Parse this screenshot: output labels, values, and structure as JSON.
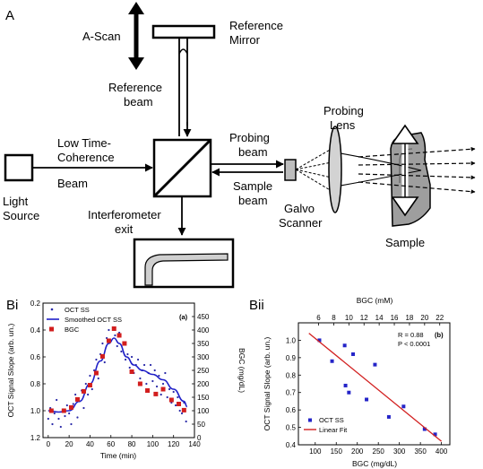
{
  "schematic": {
    "panel_label": "A",
    "a_scan": "A-Scan",
    "reference_mirror_1": "Reference",
    "reference_mirror_2": "Mirror",
    "reference_beam_1": "Reference",
    "reference_beam_2": "beam",
    "low_coherence_1": "Low Time-",
    "low_coherence_2": "Coherence",
    "beam": "Beam",
    "light_source_1": "Light",
    "light_source_2": "Source",
    "interferometer_1": "Interferometer",
    "interferometer_2": "exit",
    "probing_beam_1": "Probing",
    "probing_beam_2": "beam",
    "sample_beam_1": "Sample",
    "sample_beam_2": "beam",
    "probing_lens_1": "Probing",
    "probing_lens_2": "Lens",
    "galvo_1": "Galvo",
    "galvo_2": "Scanner",
    "sample": "Sample"
  },
  "chart_data": [
    {
      "panel_label": "Bi",
      "corner_tag": "(a)",
      "type": "scatter",
      "xlabel": "Time (min)",
      "ylabel_left": "OCT Signal Slope (arb. un.)",
      "ylabel_right": "BGC (mg/dL)",
      "xlim": [
        -5,
        140
      ],
      "ylim_left": [
        1.2,
        0.2
      ],
      "ylim_right": [
        0,
        500
      ],
      "x_ticks": [
        "0",
        "20",
        "40",
        "60",
        "80",
        "100",
        "120",
        "140"
      ],
      "left_ticks": [
        "0.2",
        "0.4",
        "0.6",
        "0.8",
        "1.0",
        "1.2"
      ],
      "right_ticks": [
        "0",
        "50",
        "100",
        "150",
        "200",
        "250",
        "300",
        "350",
        "400",
        "450"
      ],
      "legend": [
        "OCT SS",
        "Smoothed OCT SS",
        "BGC"
      ],
      "series": [
        {
          "name": "OCT SS",
          "style": "dots",
          "color": "#2a2aa8",
          "points": [
            [
              0,
              1.06
            ],
            [
              2,
              0.98
            ],
            [
              4,
              1.1
            ],
            [
              6,
              1.02
            ],
            [
              8,
              0.92
            ],
            [
              10,
              1.06
            ],
            [
              12,
              1.12
            ],
            [
              14,
              0.99
            ],
            [
              16,
              1.04
            ],
            [
              18,
              0.96
            ],
            [
              20,
              1.02
            ],
            [
              22,
              1.1
            ],
            [
              24,
              0.95
            ],
            [
              26,
              0.88
            ],
            [
              28,
              1.05
            ],
            [
              30,
              0.93
            ],
            [
              32,
              0.85
            ],
            [
              34,
              0.98
            ],
            [
              36,
              0.8
            ],
            [
              38,
              0.88
            ],
            [
              40,
              0.74
            ],
            [
              42,
              0.84
            ],
            [
              44,
              0.7
            ],
            [
              46,
              0.62
            ],
            [
              48,
              0.76
            ],
            [
              50,
              0.58
            ],
            [
              52,
              0.5
            ],
            [
              54,
              0.64
            ],
            [
              56,
              0.46
            ],
            [
              58,
              0.4
            ],
            [
              60,
              0.48
            ],
            [
              62,
              0.38
            ],
            [
              64,
              0.44
            ],
            [
              66,
              0.52
            ],
            [
              68,
              0.42
            ],
            [
              70,
              0.56
            ],
            [
              72,
              0.5
            ],
            [
              74,
              0.62
            ],
            [
              76,
              0.58
            ],
            [
              78,
              0.68
            ],
            [
              80,
              0.6
            ],
            [
              82,
              0.72
            ],
            [
              84,
              0.66
            ],
            [
              86,
              0.62
            ],
            [
              88,
              0.76
            ],
            [
              90,
              0.7
            ],
            [
              92,
              0.66
            ],
            [
              94,
              0.8
            ],
            [
              96,
              0.72
            ],
            [
              98,
              0.66
            ],
            [
              100,
              0.78
            ],
            [
              102,
              0.7
            ],
            [
              104,
              0.82
            ],
            [
              106,
              0.74
            ],
            [
              108,
              0.88
            ],
            [
              110,
              0.8
            ],
            [
              112,
              0.72
            ],
            [
              114,
              0.9
            ],
            [
              116,
              0.84
            ],
            [
              118,
              0.94
            ],
            [
              120,
              0.86
            ],
            [
              122,
              0.96
            ],
            [
              124,
              0.9
            ],
            [
              126,
              1.0
            ],
            [
              128,
              1.02
            ],
            [
              130,
              0.94
            ],
            [
              132,
              1.08
            ]
          ]
        },
        {
          "name": "Smoothed OCT SS",
          "style": "line",
          "color": "#1f1fc8",
          "points": [
            [
              0,
              1.0
            ],
            [
              10,
              1.01
            ],
            [
              20,
              1.0
            ],
            [
              30,
              0.93
            ],
            [
              40,
              0.8
            ],
            [
              50,
              0.63
            ],
            [
              58,
              0.5
            ],
            [
              63,
              0.46
            ],
            [
              68,
              0.5
            ],
            [
              75,
              0.6
            ],
            [
              82,
              0.66
            ],
            [
              90,
              0.7
            ],
            [
              100,
              0.73
            ],
            [
              110,
              0.77
            ],
            [
              120,
              0.84
            ],
            [
              130,
              0.93
            ],
            [
              133,
              0.97
            ]
          ]
        },
        {
          "name": "BGC",
          "style": "squares",
          "color": "#d21e1e",
          "axis": "right",
          "points": [
            [
              3,
              100
            ],
            [
              15,
              100
            ],
            [
              22,
              112
            ],
            [
              28,
              142
            ],
            [
              34,
              172
            ],
            [
              40,
              195
            ],
            [
              46,
              240
            ],
            [
              52,
              302
            ],
            [
              58,
              360
            ],
            [
              63,
              405
            ],
            [
              68,
              380
            ],
            [
              73,
              350
            ],
            [
              80,
              245
            ],
            [
              88,
              200
            ],
            [
              95,
              175
            ],
            [
              103,
              162
            ],
            [
              110,
              180
            ],
            [
              118,
              140
            ],
            [
              125,
              125
            ],
            [
              130,
              102
            ]
          ]
        }
      ]
    },
    {
      "panel_label": "Bii",
      "corner_tag": "(b)",
      "type": "scatter",
      "xlabel": "BGC (mg/dL)",
      "top_xlabel": "BGC (mM)",
      "ylabel": "OCT Signal Slope (arb. un.)",
      "xlim": [
        60,
        420
      ],
      "ylim": [
        0.4,
        1.1
      ],
      "x_ticks": [
        "100",
        "150",
        "200",
        "250",
        "300",
        "350",
        "400"
      ],
      "top_ticks": [
        "6",
        "8",
        "10",
        "12",
        "14",
        "16",
        "18",
        "20",
        "22"
      ],
      "y_ticks": [
        "0.4",
        "0.5",
        "0.6",
        "0.7",
        "0.8",
        "0.9",
        "1.0"
      ],
      "stats": [
        "R = 0.88",
        "P < 0.0001"
      ],
      "legend": [
        "OCT SS",
        "Linear Fit"
      ],
      "series": [
        {
          "name": "OCT SS",
          "style": "squares",
          "color": "#2424c8",
          "points": [
            [
              110,
              1.0
            ],
            [
              140,
              0.88
            ],
            [
              170,
              0.97
            ],
            [
              172,
              0.74
            ],
            [
              180,
              0.7
            ],
            [
              190,
              0.92
            ],
            [
              222,
              0.66
            ],
            [
              242,
              0.86
            ],
            [
              275,
              0.56
            ],
            [
              310,
              0.62
            ],
            [
              360,
              0.49
            ],
            [
              385,
              0.46
            ]
          ]
        },
        {
          "name": "Linear Fit",
          "style": "line",
          "color": "#d22020",
          "points": [
            [
              85,
              1.04
            ],
            [
              400,
              0.42
            ]
          ]
        }
      ]
    }
  ]
}
